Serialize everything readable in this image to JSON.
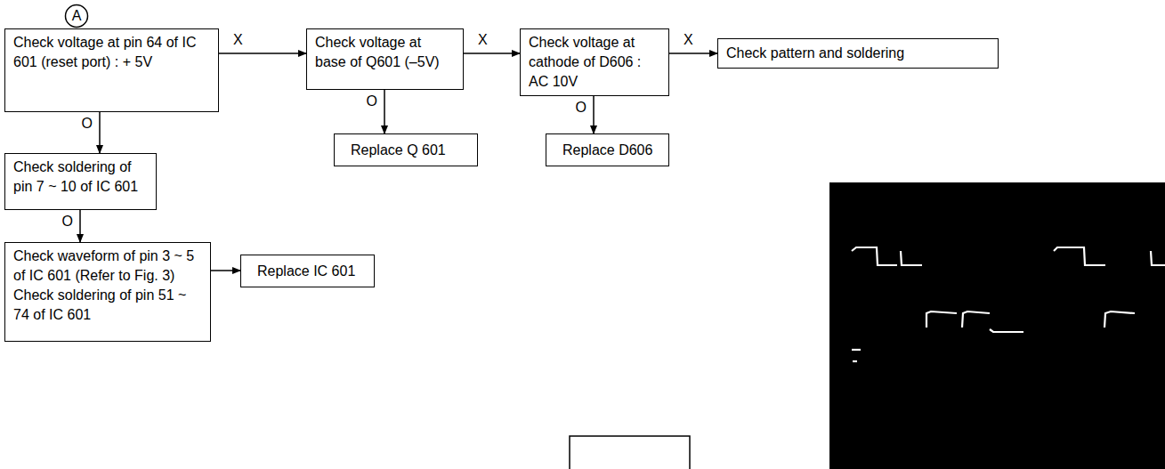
{
  "diagram": {
    "nodes": [
      {
        "text": [
          "A"
        ]
      },
      {
        "text": [
          "Check voltage at pin 64 of IC 601 (reset port) : + 5V"
        ]
      },
      {
        "text": [
          "Check voltage at base of Q601 (–5V)"
        ]
      },
      {
        "text": [
          "Check voltage at cathode of D606 : AC 10V"
        ]
      },
      {
        "text": [
          "Check pattern and soldering"
        ]
      },
      {
        "text": [
          "Check soldering of pin 7 ~ 10 of IC 601"
        ]
      },
      {
        "text": [
          "Replace Q 601"
        ]
      },
      {
        "text": [
          "Replace D606"
        ]
      },
      {
        "text": [
          "Check waveform of pin 3 ~ 5 of IC 601 (Refer to Fig. 3) Check soldering of pin 51 ~ 74 of IC 601"
        ]
      },
      {
        "text": [
          "Replace IC 601"
        ]
      }
    ],
    "edges": [
      {
        "from": 1,
        "to": 2,
        "label": "X",
        "arrow": "to"
      },
      {
        "from": 2,
        "to": 3,
        "label": "X",
        "arrow": "to"
      },
      {
        "from": 3,
        "to": 4,
        "label": "X",
        "arrow": "to"
      },
      {
        "from": 1,
        "to": 5,
        "label": "O",
        "arrow": "to"
      },
      {
        "from": 2,
        "to": 6,
        "label": "O",
        "arrow": "to"
      },
      {
        "from": 3,
        "to": 7,
        "label": "O",
        "arrow": "to"
      },
      {
        "from": 5,
        "to": 8,
        "label": "O",
        "arrow": "to"
      },
      {
        "from": 8,
        "to": 9,
        "arrow": "to"
      }
    ]
  }
}
